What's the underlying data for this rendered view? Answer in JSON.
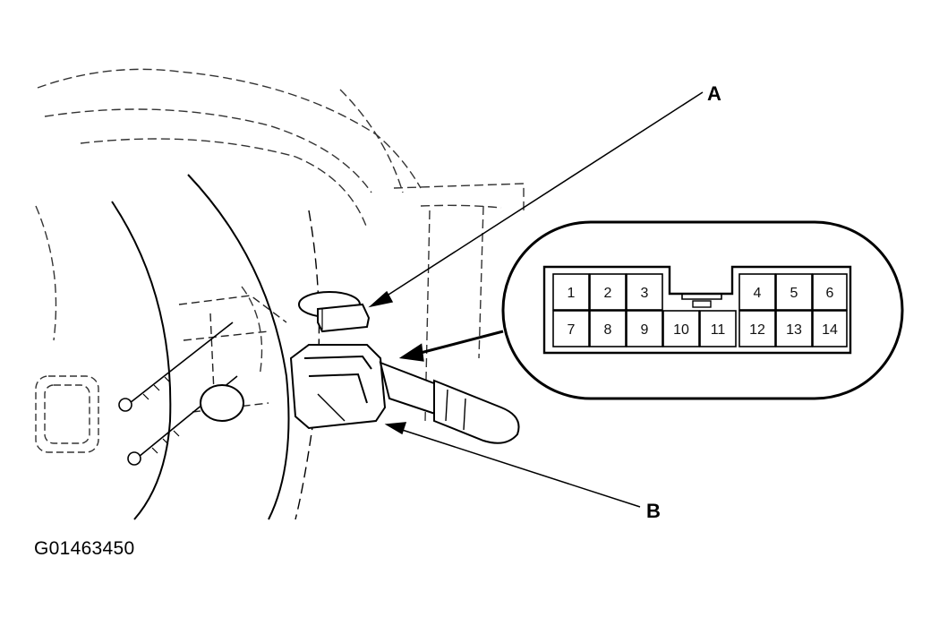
{
  "callouts": {
    "a": "A",
    "b": "B"
  },
  "connector_pins": {
    "top": [
      "1",
      "2",
      "3",
      "4",
      "5",
      "6"
    ],
    "bottom": [
      "7",
      "8",
      "9",
      "10",
      "11",
      "12",
      "13",
      "14"
    ]
  },
  "figure_id": "G01463450",
  "colors": {
    "line": "#000000",
    "background": "#ffffff"
  }
}
